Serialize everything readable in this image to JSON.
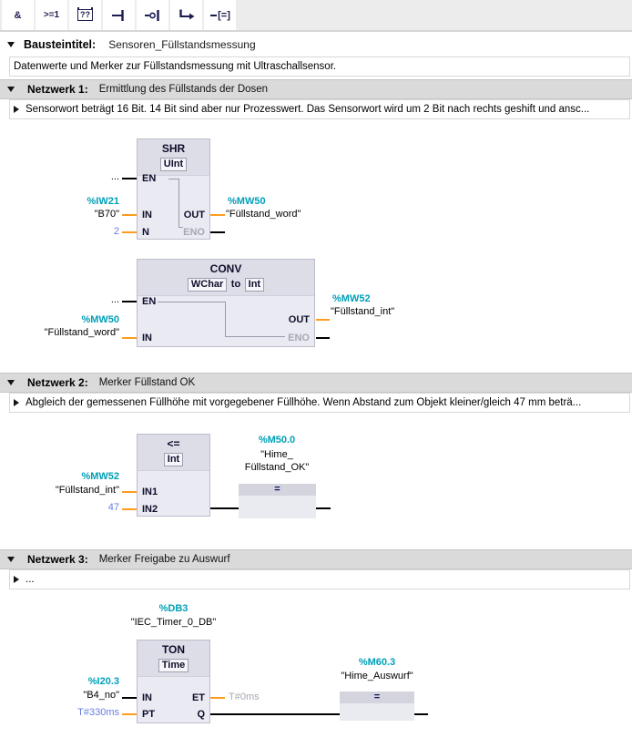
{
  "toolbar": {
    "and": "&",
    "or": ">=1",
    "empty_box": "??",
    "assign": "[=]"
  },
  "block_title": {
    "label": "Bausteintitel:",
    "value": "Sensoren_Füllstandsmessung",
    "comment": "Datenwerte und Merker zur Füllstandsmessung mit Ultraschallsensor."
  },
  "networks": [
    {
      "label": "Netzwerk 1:",
      "title": "Ermittlung des Füllstands der Dosen",
      "comment": "Sensorwort beträgt 16 Bit. 14 Bit sind aber nur Prozesswert. Das Sensorwort wird um 2 Bit nach rechts geshift und ansc..."
    },
    {
      "label": "Netzwerk 2:",
      "title": "Merker Füllstand OK",
      "comment": "Abgleich der gemessenen Füllhöhe mit vorgegebener Füllhöhe. Wenn Abstand zum Objekt kleiner/gleich 47 mm beträ..."
    },
    {
      "label": "Netzwerk 3:",
      "title": "Merker Freigabe zu Auswurf",
      "comment": "..."
    }
  ],
  "shr": {
    "title": "SHR",
    "type": "UInt",
    "pin_en": "EN",
    "pin_in": "IN",
    "pin_n": "N",
    "pin_out": "OUT",
    "pin_eno": "ENO",
    "en_source": "...",
    "in_addr": "%IW21",
    "in_name": "\"B70\"",
    "n_value": "2",
    "out_addr": "%MW50",
    "out_name": "\"Füllstand_word\""
  },
  "conv": {
    "title": "CONV",
    "type_from": "WChar",
    "type_sep": "to",
    "type_to": "Int",
    "pin_en": "EN",
    "pin_in": "IN",
    "pin_out": "OUT",
    "pin_eno": "ENO",
    "en_source": "...",
    "in_addr": "%MW50",
    "in_name": "\"Füllstand_word\"",
    "out_addr": "%MW52",
    "out_name": "\"Füllstand_int\""
  },
  "cmp": {
    "title": "<=",
    "type": "Int",
    "pin_in1": "IN1",
    "pin_in2": "IN2",
    "in1_addr": "%MW52",
    "in1_name": "\"Füllstand_int\"",
    "in2_value": "47"
  },
  "coil_fuellstand": {
    "addr": "%M50.0",
    "name_line1": "\"Hime_",
    "name_line2": "Füllstand_OK\"",
    "op": "="
  },
  "ton": {
    "db_addr": "%DB3",
    "db_name": "\"IEC_Timer_0_DB\"",
    "title": "TON",
    "type": "Time",
    "pin_in": "IN",
    "pin_pt": "PT",
    "pin_et": "ET",
    "pin_q": "Q",
    "in_addr": "%I20.3",
    "in_name": "\"B4_no\"",
    "pt_value": "T#330ms",
    "et_value": "T#0ms"
  },
  "coil_auswurf": {
    "addr": "%M60.3",
    "name": "\"Hime_Auswurf\"",
    "op": "="
  },
  "colors": {
    "operand_teal": "#00A0B8",
    "constant_blue": "#667EE4",
    "wire_orange": "#FF9C1F",
    "wire_black": "#000000",
    "disabled_grey": "#A8A8B2",
    "icon_navy": "#1C1C50"
  }
}
